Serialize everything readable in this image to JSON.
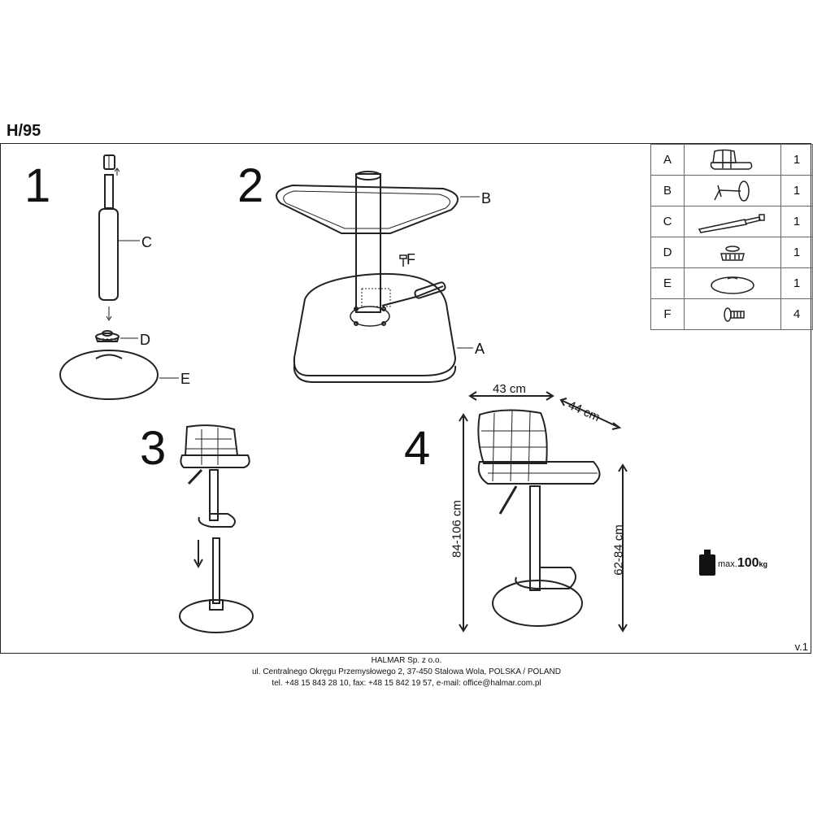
{
  "header": {
    "model": "H/95"
  },
  "steps": {
    "s1": "1",
    "s2": "2",
    "s3": "3",
    "s4": "4"
  },
  "callouts": {
    "a": "A",
    "b": "B",
    "c": "C",
    "d": "D",
    "e": "E",
    "f": "F"
  },
  "dimensions": {
    "width": "43 cm",
    "depth": "44 cm",
    "total_height": "84-106 cm",
    "seat_height": "62-84 cm"
  },
  "max_load": {
    "prefix": "max.",
    "value": "100",
    "unit": "kg"
  },
  "parts": [
    {
      "key": "A",
      "icon": "seat-icon",
      "qty": "1"
    },
    {
      "key": "B",
      "icon": "footrest-lever-icon",
      "qty": "1"
    },
    {
      "key": "C",
      "icon": "gas-lift-icon",
      "qty": "1"
    },
    {
      "key": "D",
      "icon": "base-cap-icon",
      "qty": "1"
    },
    {
      "key": "E",
      "icon": "base-icon",
      "qty": "1"
    },
    {
      "key": "F",
      "icon": "screw-icon",
      "qty": "4"
    }
  ],
  "version": "v.1",
  "footer": {
    "line1": "HALMAR Sp. z o.o.",
    "line2": "ul. Centralnego Okręgu Przemysłowego 2, 37-450 Stalowa Wola, POLSKA / POLAND",
    "line3": "tel. +48 15 843 28 10, fax: +48 15 842 19 57, e-mail: office@halmar.com.pl"
  }
}
